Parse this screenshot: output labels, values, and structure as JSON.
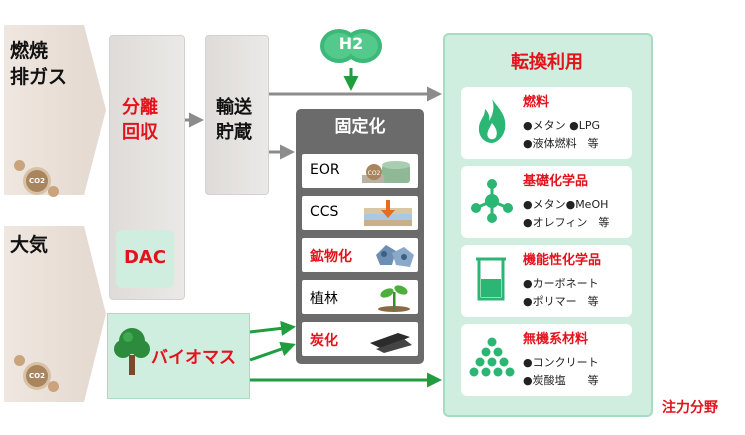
{
  "sources": {
    "flue_gas": "燃焼\n排ガス",
    "atmosphere": "大気",
    "co2_badge": "CO2"
  },
  "capture": {
    "label": "分離\n回収",
    "dac": "DAC"
  },
  "transport": {
    "label": "輸送\n貯蔵"
  },
  "hydrogen": {
    "label": "H2"
  },
  "biomass": {
    "label": "バイオマス"
  },
  "fixation": {
    "title": "固定化",
    "items": [
      {
        "label": "EOR",
        "highlight": false
      },
      {
        "label": "CCS",
        "highlight": false
      },
      {
        "label": "鉱物化",
        "highlight": true
      },
      {
        "label": "植林",
        "highlight": false
      },
      {
        "label": "炭化",
        "highlight": true
      }
    ]
  },
  "conversion": {
    "title": "転換利用",
    "categories": [
      {
        "title": "燃料",
        "icon": "flame-icon",
        "lines": [
          "●メタン ●LPG",
          "●液体燃料　等"
        ]
      },
      {
        "title": "基礎化学品",
        "icon": "molecule-icon",
        "lines": [
          "●メタン●MeOH",
          "●オレフィン　等"
        ]
      },
      {
        "title": "機能性化学品",
        "icon": "beaker-icon",
        "lines": [
          "●カーボネート",
          "●ポリマー　等"
        ]
      },
      {
        "title": "無機系材料",
        "icon": "pyramid-dots-icon",
        "lines": [
          "●コンクリート",
          "●炭酸塩　　等"
        ]
      }
    ]
  },
  "focus_label": "注力分野",
  "colors": {
    "red": "#e3121b",
    "green_panel": "#cfeee0",
    "green_border": "#a8dcc2",
    "green_icon": "#2bb673",
    "arrow_green": "#1e9e3e",
    "arrow_gray": "#8c8c8c",
    "fix_panel": "#6b6b6b"
  }
}
